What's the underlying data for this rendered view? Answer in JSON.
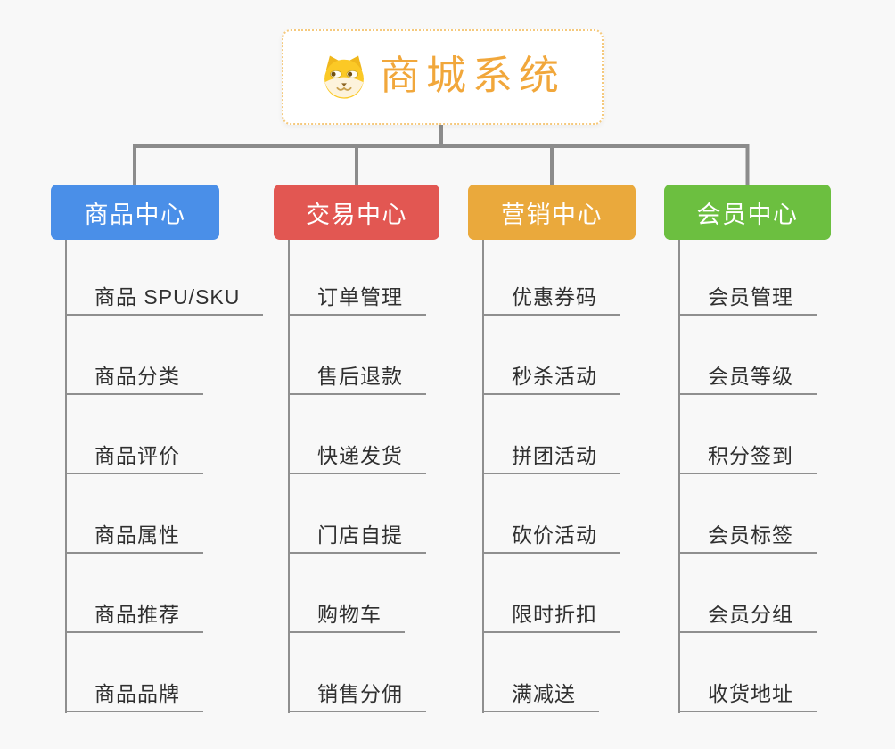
{
  "background_color": "#f8f8f8",
  "connector_color": "#8c8c8c",
  "underline_color": "#8f8f8f",
  "root": {
    "title": "商城系统",
    "title_color": "#f1a73b",
    "border_color": "#f5c97d",
    "icon": "dog-face-icon"
  },
  "branches": [
    {
      "label": "商品中心",
      "color": "#4a8fe8",
      "children": [
        "商品 SPU/SKU",
        "商品分类",
        "商品评价",
        "商品属性",
        "商品推荐",
        "商品品牌"
      ]
    },
    {
      "label": "交易中心",
      "color": "#e25752",
      "children": [
        "订单管理",
        "售后退款",
        "快递发货",
        "门店自提",
        "购物车",
        "销售分佣"
      ]
    },
    {
      "label": "营销中心",
      "color": "#eaa93c",
      "children": [
        "优惠券码",
        "秒杀活动",
        "拼团活动",
        "砍价活动",
        "限时折扣",
        "满减送"
      ]
    },
    {
      "label": "会员中心",
      "color": "#6cbf40",
      "children": [
        "会员管理",
        "会员等级",
        "积分签到",
        "会员标签",
        "会员分组",
        "收货地址"
      ]
    }
  ]
}
